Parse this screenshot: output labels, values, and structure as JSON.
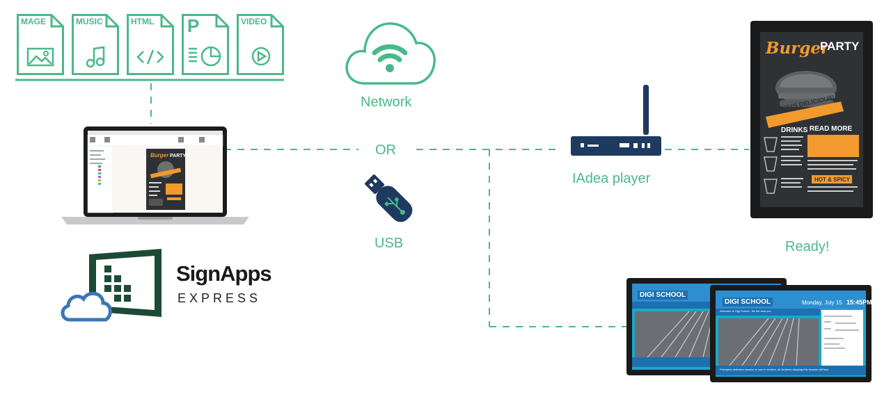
{
  "file_types": [
    {
      "label": "MAGE",
      "icon": "image-icon"
    },
    {
      "label": "MUSIC",
      "icon": "music-icon"
    },
    {
      "label": "HTML",
      "icon": "code-icon"
    },
    {
      "label": "P",
      "icon": "presentation-icon"
    },
    {
      "label": "VIDEO",
      "icon": "play-icon"
    }
  ],
  "labels": {
    "network": "Network",
    "or": "OR",
    "usb": "USB",
    "player": "IAdea player",
    "ready": "Ready!"
  },
  "brand": {
    "name": "SignApps",
    "sub": "EXPRESS"
  },
  "poster": {
    "title_script": "Burger",
    "title_caps": "PARTY",
    "banner": "ALWAYS DELICIOUS!",
    "drinks": "DRINKS",
    "read_more": "READ MORE",
    "hot_spicy": "HOT & SPICY"
  },
  "tablet": {
    "school": "DIGI SCHOOL",
    "date": "Monday, July 15",
    "time": "15:45PM",
    "welcome": "Welcome to Digi School - Be the best you",
    "ticker": "Principles detention session is now in session, all students skipping this session will face"
  },
  "colors": {
    "accent": "#49b98a",
    "navy": "#1f3a5f",
    "brand_dark": "#1d4a35",
    "cloud_blue": "#3b76b8"
  }
}
